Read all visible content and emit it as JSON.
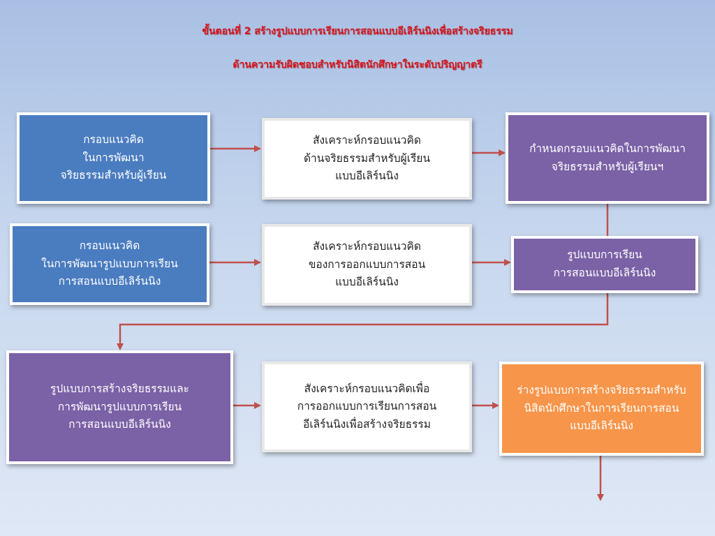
{
  "title": {
    "line1": "ขั้นตอนที่ 2 สร้างรูปแบบการเรียนการสอนแบบอีเลิร์นนิงเพื่อสร้างจริยธรรม",
    "line2": "ด้านความรับผิดชอบสำหรับนิสิตนักศึกษาในระดับปริญญาตรี"
  },
  "boxes": {
    "framework_dev": [
      "กรอบแนวคิด",
      "ในการพัฒนา",
      "จริยธรรมสำหรับผู้เรียน"
    ],
    "synth_ethics": [
      "สังเคราะห์กรอบแนวคิด",
      "ด้านจริยธรรมสำหรับผู้เรียน",
      "แบบอีเลิร์นนิง"
    ],
    "define_framework": [
      "กำหนดกรอบแนวคิดในการพัฒนา",
      "จริยธรรมสำหรับผู้เรียนฯ"
    ],
    "framework_model": [
      "กรอบแนวคิด",
      "ในการพัฒนารูปแบบการเรียน",
      "การสอนแบบอีเลิร์นนิง"
    ],
    "synth_design": [
      "สังเคราะห์กรอบแนวคิด",
      "ของการออกแบบการสอน",
      "แบบอีเลิร์นนิง"
    ],
    "elearning_model": [
      "รูปแบบการเรียน",
      "การสอนแบบอีเลิร์นนิง"
    ],
    "ethics_model": [
      "รูปแบบการสร้างจริยธรรมและ",
      "การพัฒนารูปแบบการเรียน",
      "การสอนแบบอีเลิร์นนิง"
    ],
    "synth_instruction": [
      "สังเคราะห์กรอบแนวคิดเพื่อ",
      "การออกแบบการเรียนการสอน",
      "อีเลิร์นนิงเพื่อสร้างจริยธรรม"
    ],
    "draft_model": [
      "ร่างรูปแบบการสร้างจริยธรรมสำหรับ",
      "นิสิตนักศึกษาในการเรียนการสอน",
      "แบบอีเลิร์นนิง"
    ]
  },
  "colors": {
    "title": "#d8141c",
    "blue_box": "#4a7cc0",
    "purple_box": "#7b61a6",
    "orange_box": "#f7954a",
    "white_box": "#ffffff",
    "arrow": "#c0504d"
  }
}
